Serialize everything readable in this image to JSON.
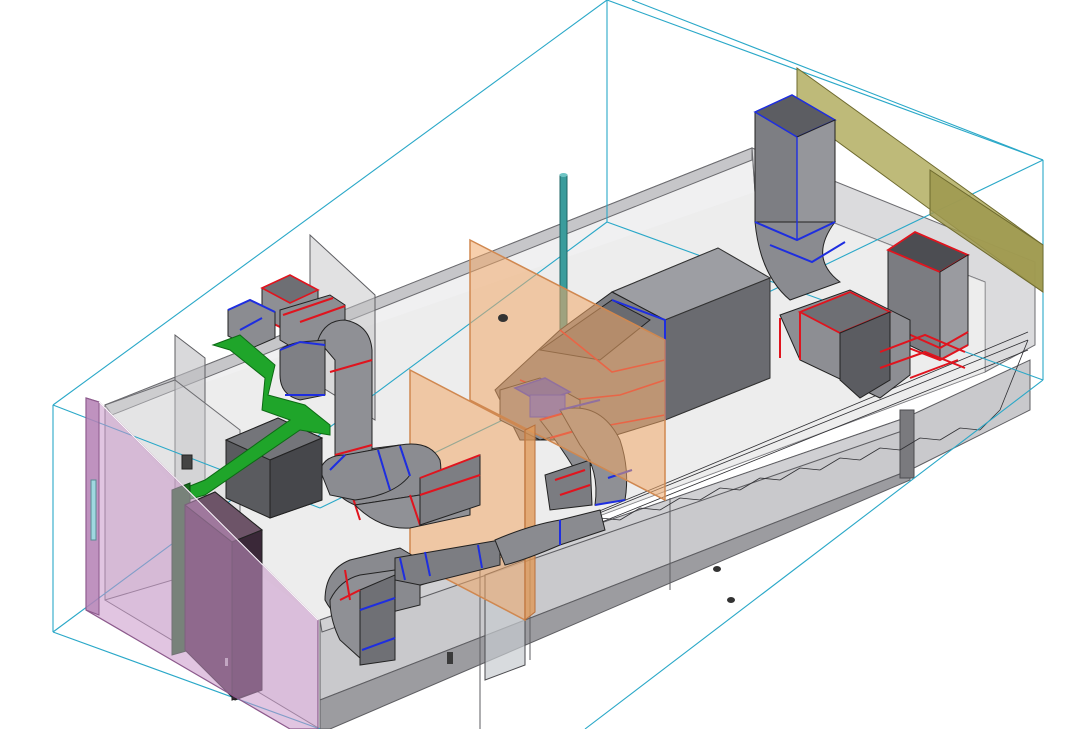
{
  "scene": {
    "kind": "3d-isometric-hvac-duct-model",
    "background": "#ffffff",
    "colors": {
      "bounding_box": "#2aa8c8",
      "room_walls": "#b9b9bd",
      "duct_fill": "#8f9095",
      "duct_dark": "#55565b",
      "flange_red": "#e0141e",
      "flange_blue": "#1e2ee0",
      "pipe_green": "#1fa52a",
      "door_pink": "#c996c8",
      "partition_orange": "#f0a868",
      "panel_olive": "#a9a55a",
      "cabinet_purple": "#4a3346",
      "vertical_pipe_teal": "#3a9c9c"
    },
    "objects": [
      "bounding-box",
      "room-enclosure",
      "supply-duct-run",
      "return-duct-run",
      "air-handling-unit",
      "vertical-riser-duct",
      "condensate-pipe",
      "access-door",
      "fire-partition",
      "louver-panel",
      "electrical-cabinet",
      "cable-tray",
      "vertical-vent-pipe"
    ]
  }
}
